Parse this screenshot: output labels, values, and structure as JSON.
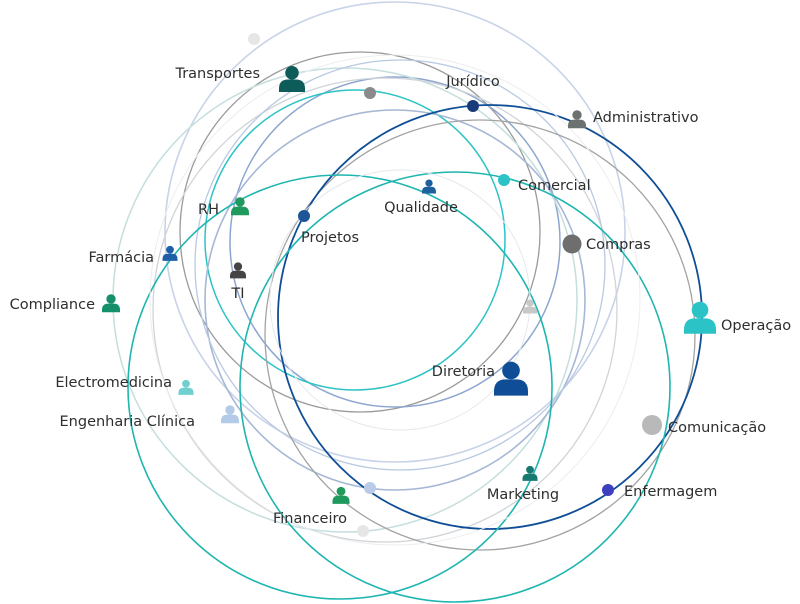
{
  "nodes": [
    {
      "id": "transportes",
      "label": "Transportes",
      "icon": "person-icon",
      "color": "#0d5c5a"
    },
    {
      "id": "juridico",
      "label": "Jurídico",
      "icon": "dot-icon",
      "color": "#1b3a7a"
    },
    {
      "id": "administrativo",
      "label": "Administrativo",
      "icon": "person-icon",
      "color": "#6b7270"
    },
    {
      "id": "comercial",
      "label": "Comercial",
      "icon": "dot-icon",
      "color": "#2bc3c6"
    },
    {
      "id": "qualidade",
      "label": "Qualidade",
      "icon": "person-icon",
      "color": "#1e5f9e"
    },
    {
      "id": "rh",
      "label": "RH",
      "icon": "person-icon",
      "color": "#1f9a5c"
    },
    {
      "id": "projetos",
      "label": "Projetos",
      "icon": "dot-icon",
      "color": "#1e5597"
    },
    {
      "id": "compras",
      "label": "Compras",
      "icon": "dot-icon",
      "color": "#6e6e6e"
    },
    {
      "id": "farmacia",
      "label": "Farmácia",
      "icon": "person-icon",
      "color": "#1e5fa8"
    },
    {
      "id": "ti",
      "label": "TI",
      "icon": "person-icon",
      "color": "#444444"
    },
    {
      "id": "compliance",
      "label": "Compliance",
      "icon": "person-icon",
      "color": "#15906a"
    },
    {
      "id": "operacao",
      "label": "Operação",
      "icon": "person-icon",
      "color": "#2bc3c6"
    },
    {
      "id": "diretoria",
      "label": "Diretoria",
      "icon": "person-icon",
      "color": "#0f4e96"
    },
    {
      "id": "electromedicina",
      "label": "Electromedicina",
      "icon": "person-icon",
      "color": "#6fd0cf"
    },
    {
      "id": "engenharia",
      "label": "Engenharia Clínica",
      "icon": "person-icon",
      "color": "#b3cbe6"
    },
    {
      "id": "comunicacao",
      "label": "Comunicação",
      "icon": "dot-icon",
      "color": "#b9b9b9"
    },
    {
      "id": "marketing",
      "label": "Marketing",
      "icon": "person-icon",
      "color": "#177a70"
    },
    {
      "id": "enfermagem",
      "label": "Enfermagem",
      "icon": "dot-icon",
      "color": "#3d3fbf"
    },
    {
      "id": "financeiro",
      "label": "Financeiro",
      "icon": "person-icon",
      "color": "#1f9a5c"
    },
    {
      "id": "unlabeled-1",
      "label": "",
      "icon": "dot-icon",
      "color": "#e6e6e6"
    },
    {
      "id": "unlabeled-2",
      "label": "",
      "icon": "dot-icon",
      "color": "#8a8a8a"
    },
    {
      "id": "unlabeled-3",
      "label": "",
      "icon": "person-icon",
      "color": "#c8c8c8"
    },
    {
      "id": "unlabeled-4",
      "label": "",
      "icon": "dot-icon",
      "color": "#b9cbe6"
    },
    {
      "id": "unlabeled-5",
      "label": "",
      "icon": "dot-icon",
      "color": "#e6e6e6"
    }
  ],
  "rings": [
    {
      "name": "ring-pale-blue-large",
      "color": "#c8d3e8"
    },
    {
      "name": "ring-grey-upper",
      "color": "#9a9a9a"
    },
    {
      "name": "ring-blue-upper",
      "color": "#8da6cf"
    },
    {
      "name": "ring-teal-upper",
      "color": "#2bc3c6"
    },
    {
      "name": "ring-pale-teal",
      "color": "#c5dede"
    },
    {
      "name": "ring-pale-grey",
      "color": "#d0d4d8"
    },
    {
      "name": "ring-mid-blue",
      "color": "#a6b8d6"
    },
    {
      "name": "ring-light-blue",
      "color": "#b9c9e2"
    },
    {
      "name": "ring-grey-right",
      "color": "#a3a3a3"
    },
    {
      "name": "ring-navy",
      "color": "#0f4e96"
    },
    {
      "name": "ring-teal-left",
      "color": "#1fb5b0"
    },
    {
      "name": "ring-teal-right",
      "color": "#1fb5b0"
    },
    {
      "name": "ring-faint-inner",
      "color": "#e5e8ec"
    },
    {
      "name": "ring-faint-outer",
      "color": "#ecedef"
    }
  ]
}
